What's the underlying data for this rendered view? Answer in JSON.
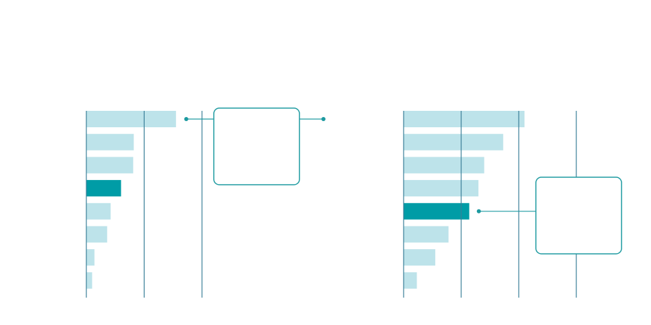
{
  "colors": {
    "bar": "#bde3ea",
    "highlight": "#009ca6",
    "axis": "#3a7f98",
    "callout": "#1d9aa0"
  },
  "chart_data": [
    {
      "type": "bar",
      "orientation": "horizontal",
      "values": [
        15.5,
        8.2,
        8.1,
        6.0,
        4.2,
        3.6,
        1.4,
        1.0
      ],
      "highlight_index": 3,
      "xlim": [
        0,
        20
      ],
      "gridlines": [
        0,
        10,
        20
      ],
      "callout": {
        "attached_to": "first-bar"
      }
    },
    {
      "type": "bar",
      "orientation": "horizontal",
      "values": [
        21.0,
        17.3,
        14.0,
        13.0,
        11.4,
        7.8,
        5.5,
        2.3
      ],
      "highlight_index": 4,
      "xlim": [
        0,
        30
      ],
      "gridlines": [
        0,
        10,
        20,
        30
      ],
      "callout": {
        "attached_to": "highlighted-bar"
      }
    }
  ]
}
